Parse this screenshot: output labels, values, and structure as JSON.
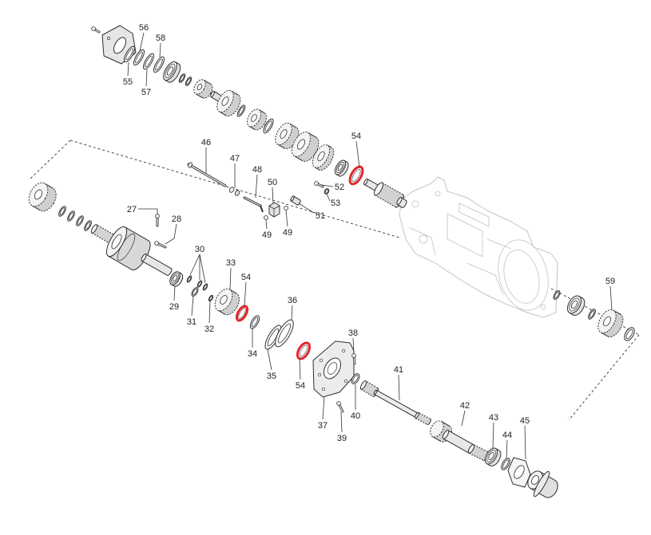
{
  "callouts": [
    "56",
    "58",
    "55",
    "57",
    "54",
    "46",
    "47",
    "48",
    "50",
    "52",
    "53",
    "51",
    "49",
    "49",
    "27",
    "28",
    "30",
    "33",
    "54",
    "59",
    "36",
    "29",
    "31",
    "32",
    "34",
    "35",
    "54",
    "38",
    "41",
    "37",
    "40",
    "39",
    "42",
    "43",
    "44",
    "45"
  ],
  "colors": {
    "highlight": "#e4262b",
    "line": "#303030",
    "housing": "#c4c4c4",
    "gear_fill": "#cfcfcf",
    "part_fill": "#f4f4f4"
  }
}
